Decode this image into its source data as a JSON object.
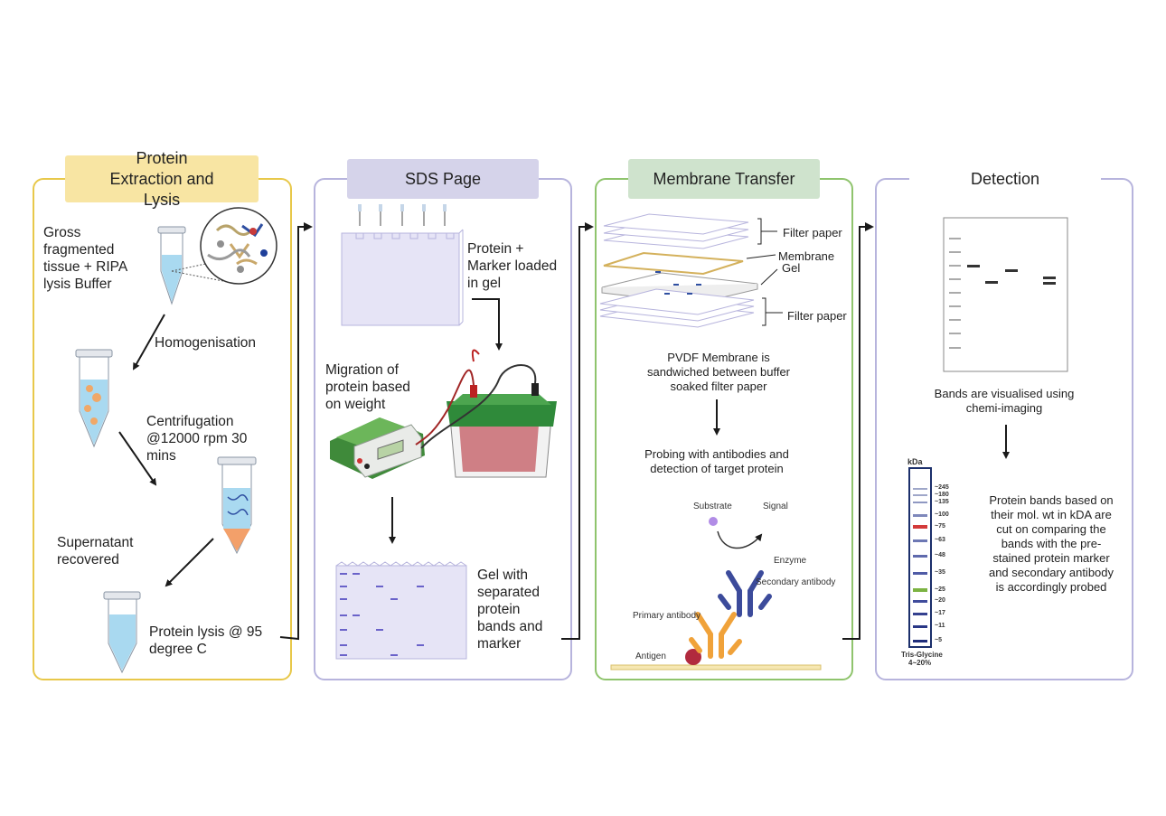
{
  "panels": {
    "extraction": {
      "title": "Protein Extraction and Lysis",
      "gross_tissue": "Gross fragmented tissue + RIPA lysis Buffer",
      "homogenisation": "Homogenisation",
      "centrifugation": "Centrifugation @12000 rpm 30 mins",
      "supernatant": "Supernatant recovered",
      "lysis": "Protein lysis @ 95 degree C"
    },
    "sds_page": {
      "title": "SDS Page",
      "loaded": "Protein + Marker loaded in gel",
      "migration": "Migration of protein based on weight",
      "gel_result": "Gel with separated protein bands and marker"
    },
    "transfer": {
      "title": "Membrane Transfer",
      "filter_paper_top": "Filter paper",
      "membrane": "Membrane",
      "gel": "Gel",
      "filter_paper_bottom": "Filter paper",
      "pvdf_note": "PVDF Membrane is sandwiched between buffer soaked filter paper",
      "probing_note": "Probing with antibodies and detection of target protein",
      "substrate": "Substrate",
      "signal": "Signal",
      "enzyme": "Enzyme",
      "secondary_antibody": "Secondary antibody",
      "primary_antibody": "Primary antibody",
      "antigen": "Antigen"
    },
    "detection": {
      "title": "Detection",
      "visualised": "Bands are visualised using chemi-imaging",
      "cut_note": "Protein bands based on their mol. wt in kDA are cut on comparing the bands with the pre-stained protein marker and secondary antibody is accordingly probed",
      "ladder_unit": "kDa",
      "ladder_labels": [
        "~245",
        "~180",
        "~135",
        "~100",
        "~75",
        "~63",
        "~48",
        "~35",
        "~25",
        "~20",
        "~17",
        "~11",
        "~5"
      ],
      "ladder_caption_1": "Tris-Glycine",
      "ladder_caption_2": "4~20%"
    }
  },
  "colors": {
    "extraction_border": "#e8c84a",
    "sds_border": "#b7b4dd",
    "transfer_border": "#8fc46d",
    "detection_border": "#b7b4dd",
    "extraction_header": "#f8e5a3",
    "sds_header": "#d5d3ea",
    "transfer_header": "#cfe3cd",
    "gel_fill": "#e6e4f6",
    "band": "#6a62c9",
    "ladder_red": "#d33a3a",
    "ladder_green": "#7cb342"
  }
}
